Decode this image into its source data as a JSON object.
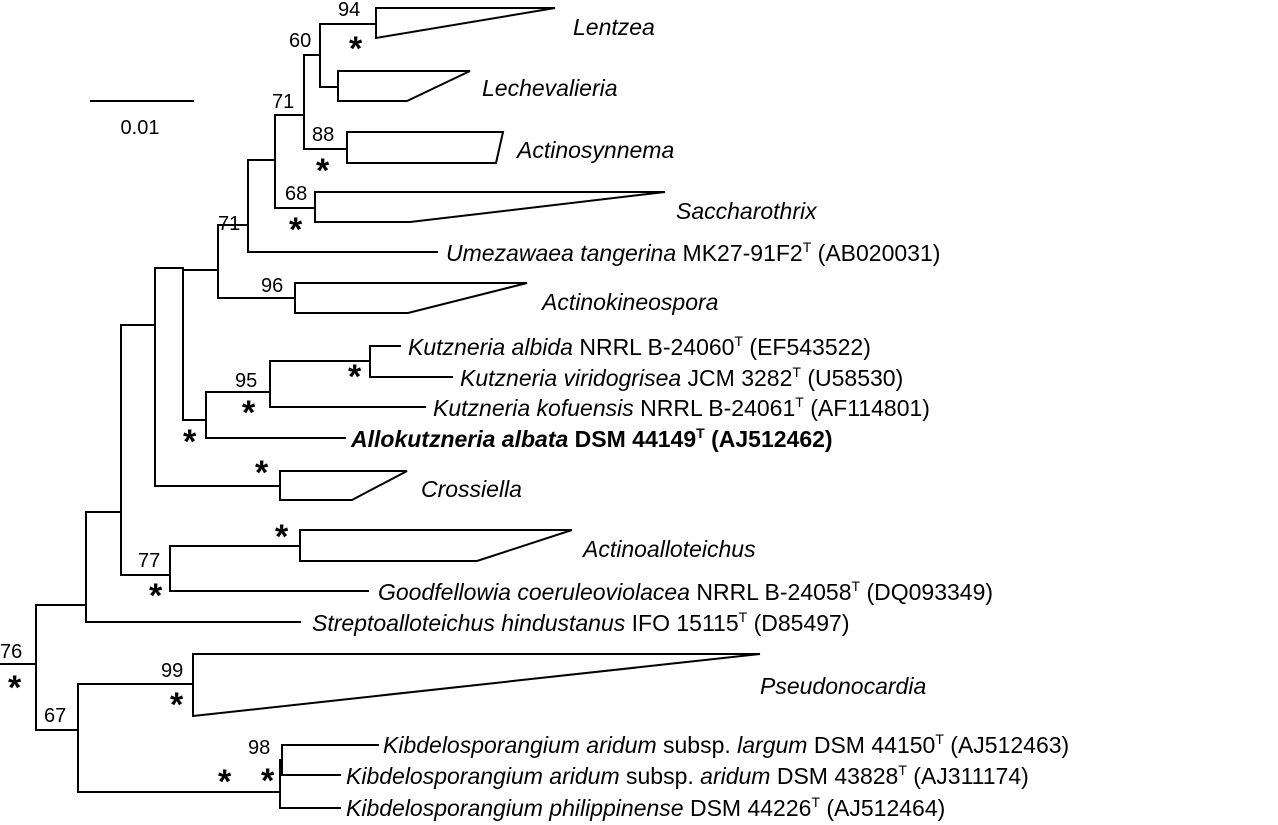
{
  "scale_bar": {
    "label": "0.01"
  },
  "clades": {
    "lentzea": "Lentzea",
    "lechevalieria": "Lechevalieria",
    "actinosynnema": "Actinosynnema",
    "saccharothrix": "Saccharothrix",
    "actinokineospora": "Actinokineospora",
    "crossiella": "Crossiella",
    "actinoalloteichus": "Actinoalloteichus",
    "pseudonocardia": "Pseudonocardia"
  },
  "taxa": {
    "umezawaea": {
      "genus_species": "Umezawaea tangerina",
      "strain": " MK27-91F2",
      "sup": "T",
      "accession": " (AB020031)"
    },
    "kutzneria_albida": {
      "genus_species": "Kutzneria albida",
      "strain": " NRRL B-24060",
      "sup": "T",
      "accession": " (EF543522)"
    },
    "kutzneria_viridogrisea": {
      "genus_species": "Kutzneria viridogrisea",
      "strain": " JCM 3282",
      "sup": "T",
      "accession": " (U58530)"
    },
    "kutzneria_kofuensis": {
      "genus_species": "Kutzneria kofuensis",
      "strain": " NRRL B-24061",
      "sup": "T",
      "accession": " (AF114801)"
    },
    "allokutzneria": {
      "genus_species": "Allokutzneria albata",
      "strain": " DSM 44149",
      "sup": "T",
      "accession": " (AJ512462)"
    },
    "goodfellowia": {
      "genus_species": "Goodfellowia coeruleoviolacea",
      "strain": " NRRL B-24058",
      "sup": "T",
      "accession": " (DQ093349)"
    },
    "streptoalloteichus": {
      "genus_species": "Streptoalloteichus hindustanus",
      "strain": " IFO 15115",
      "sup": "T",
      "accession": " (D85497)"
    },
    "kibdelo_largum": {
      "genus_species": "Kibdelosporangium aridum",
      "mid": " subsp. ",
      "subsp": "largum",
      "strain": " DSM 44150",
      "sup": "T",
      "accession": " (AJ512463)"
    },
    "kibdelo_aridum": {
      "genus_species": "Kibdelosporangium aridum",
      "mid": " subsp. ",
      "subsp": "aridum",
      "strain": " DSM 43828",
      "sup": "T",
      "accession": " (AJ311174)"
    },
    "kibdelo_phil": {
      "genus_species": "Kibdelosporangium philippinense",
      "strain": " DSM 44226",
      "sup": "T",
      "accession": " (AJ512464)"
    }
  },
  "bootstrap": {
    "b94": "94",
    "b60": "60",
    "b71a": "71",
    "b88": "88",
    "b68": "68",
    "b71b": "71",
    "b96": "96",
    "b95": "95",
    "b77": "77",
    "b76": "76",
    "b99": "99",
    "b67": "67",
    "b98": "98"
  },
  "markers": {
    "star": "*"
  }
}
